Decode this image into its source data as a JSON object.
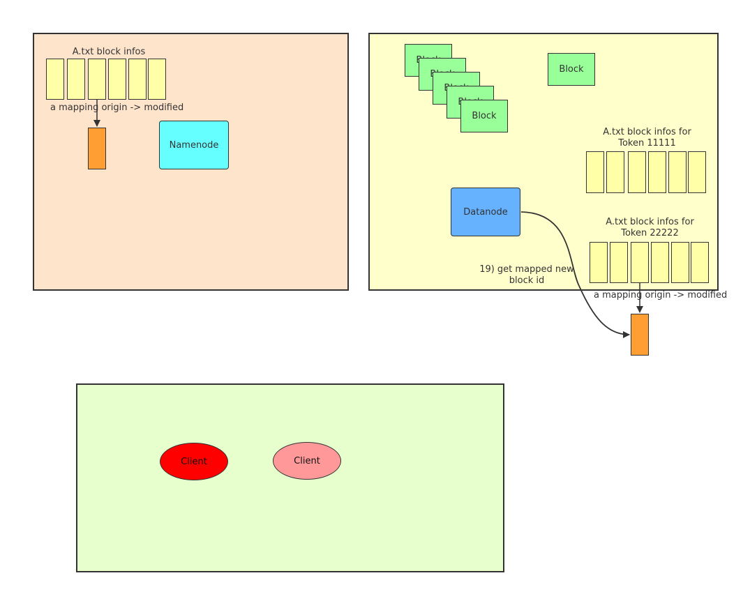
{
  "colors": {
    "namenode_panel": "#ffe4cc",
    "datanode_panel": "#ffffcc",
    "client_panel": "#e6ffcc",
    "slot": "#ffffa8",
    "mapped_block": "#ff9f33",
    "block": "#99ff99",
    "namenode": "#66ffff",
    "datanode": "#66b2ff",
    "client_active": "#ff0000",
    "client_inactive": "#ff9999"
  },
  "namenode_panel": {
    "block_infos_label": "A.txt block infos",
    "mapping_label": "a mapping origin -> modified",
    "namenode_label": "Namenode"
  },
  "datanode_panel": {
    "blocks": [
      "Block",
      "Block",
      "Block",
      "Block",
      "Block"
    ],
    "single_block_label": "Block",
    "token1_label_line1": "A.txt block infos for",
    "token1_label_line2": "Token 11111",
    "token2_label_line1": "A.txt block infos for",
    "token2_label_line2": "Token 22222",
    "datanode_label": "Datanode",
    "mapping_label": "a mapping origin -> modified"
  },
  "edge_label": {
    "line1": "19) get mapped new",
    "line2": "block id"
  },
  "client_panel": {
    "client_active_label": "Client",
    "client_inactive_label": "Client"
  }
}
